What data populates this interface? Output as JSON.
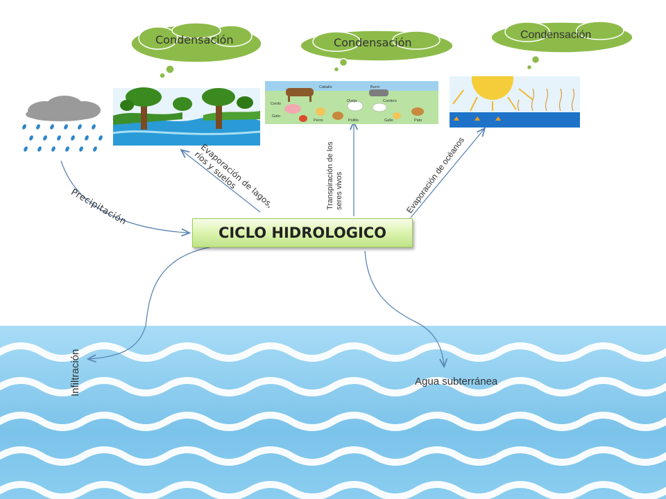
{
  "diagram": {
    "center": "CICLO HIDROLOGICO",
    "condensation_labels": [
      "Condensación",
      "Condensación",
      "Condensación"
    ],
    "edges": {
      "precipitation": "Precipitación",
      "evaporation_lakes": "Evaporación de lagos, ríos y suelos",
      "transpiration": "Transpiración de los seres vivos",
      "evaporation_oceans": "Evaporación de océanos",
      "infiltration": "Infiltración",
      "groundwater": "Agua subterránea"
    },
    "animal_labels": [
      "Caballo",
      "Burro",
      "Cerdo",
      "Oveja",
      "Cordero",
      "Gato",
      "Perro",
      "Pollito",
      "Gallo",
      "Pato"
    ]
  },
  "colors": {
    "cloud_green": "#8dbb4a",
    "arrow_blue": "#5b86b5",
    "water_blue": "#8ccbee",
    "rain_blue": "#2e86c8"
  }
}
